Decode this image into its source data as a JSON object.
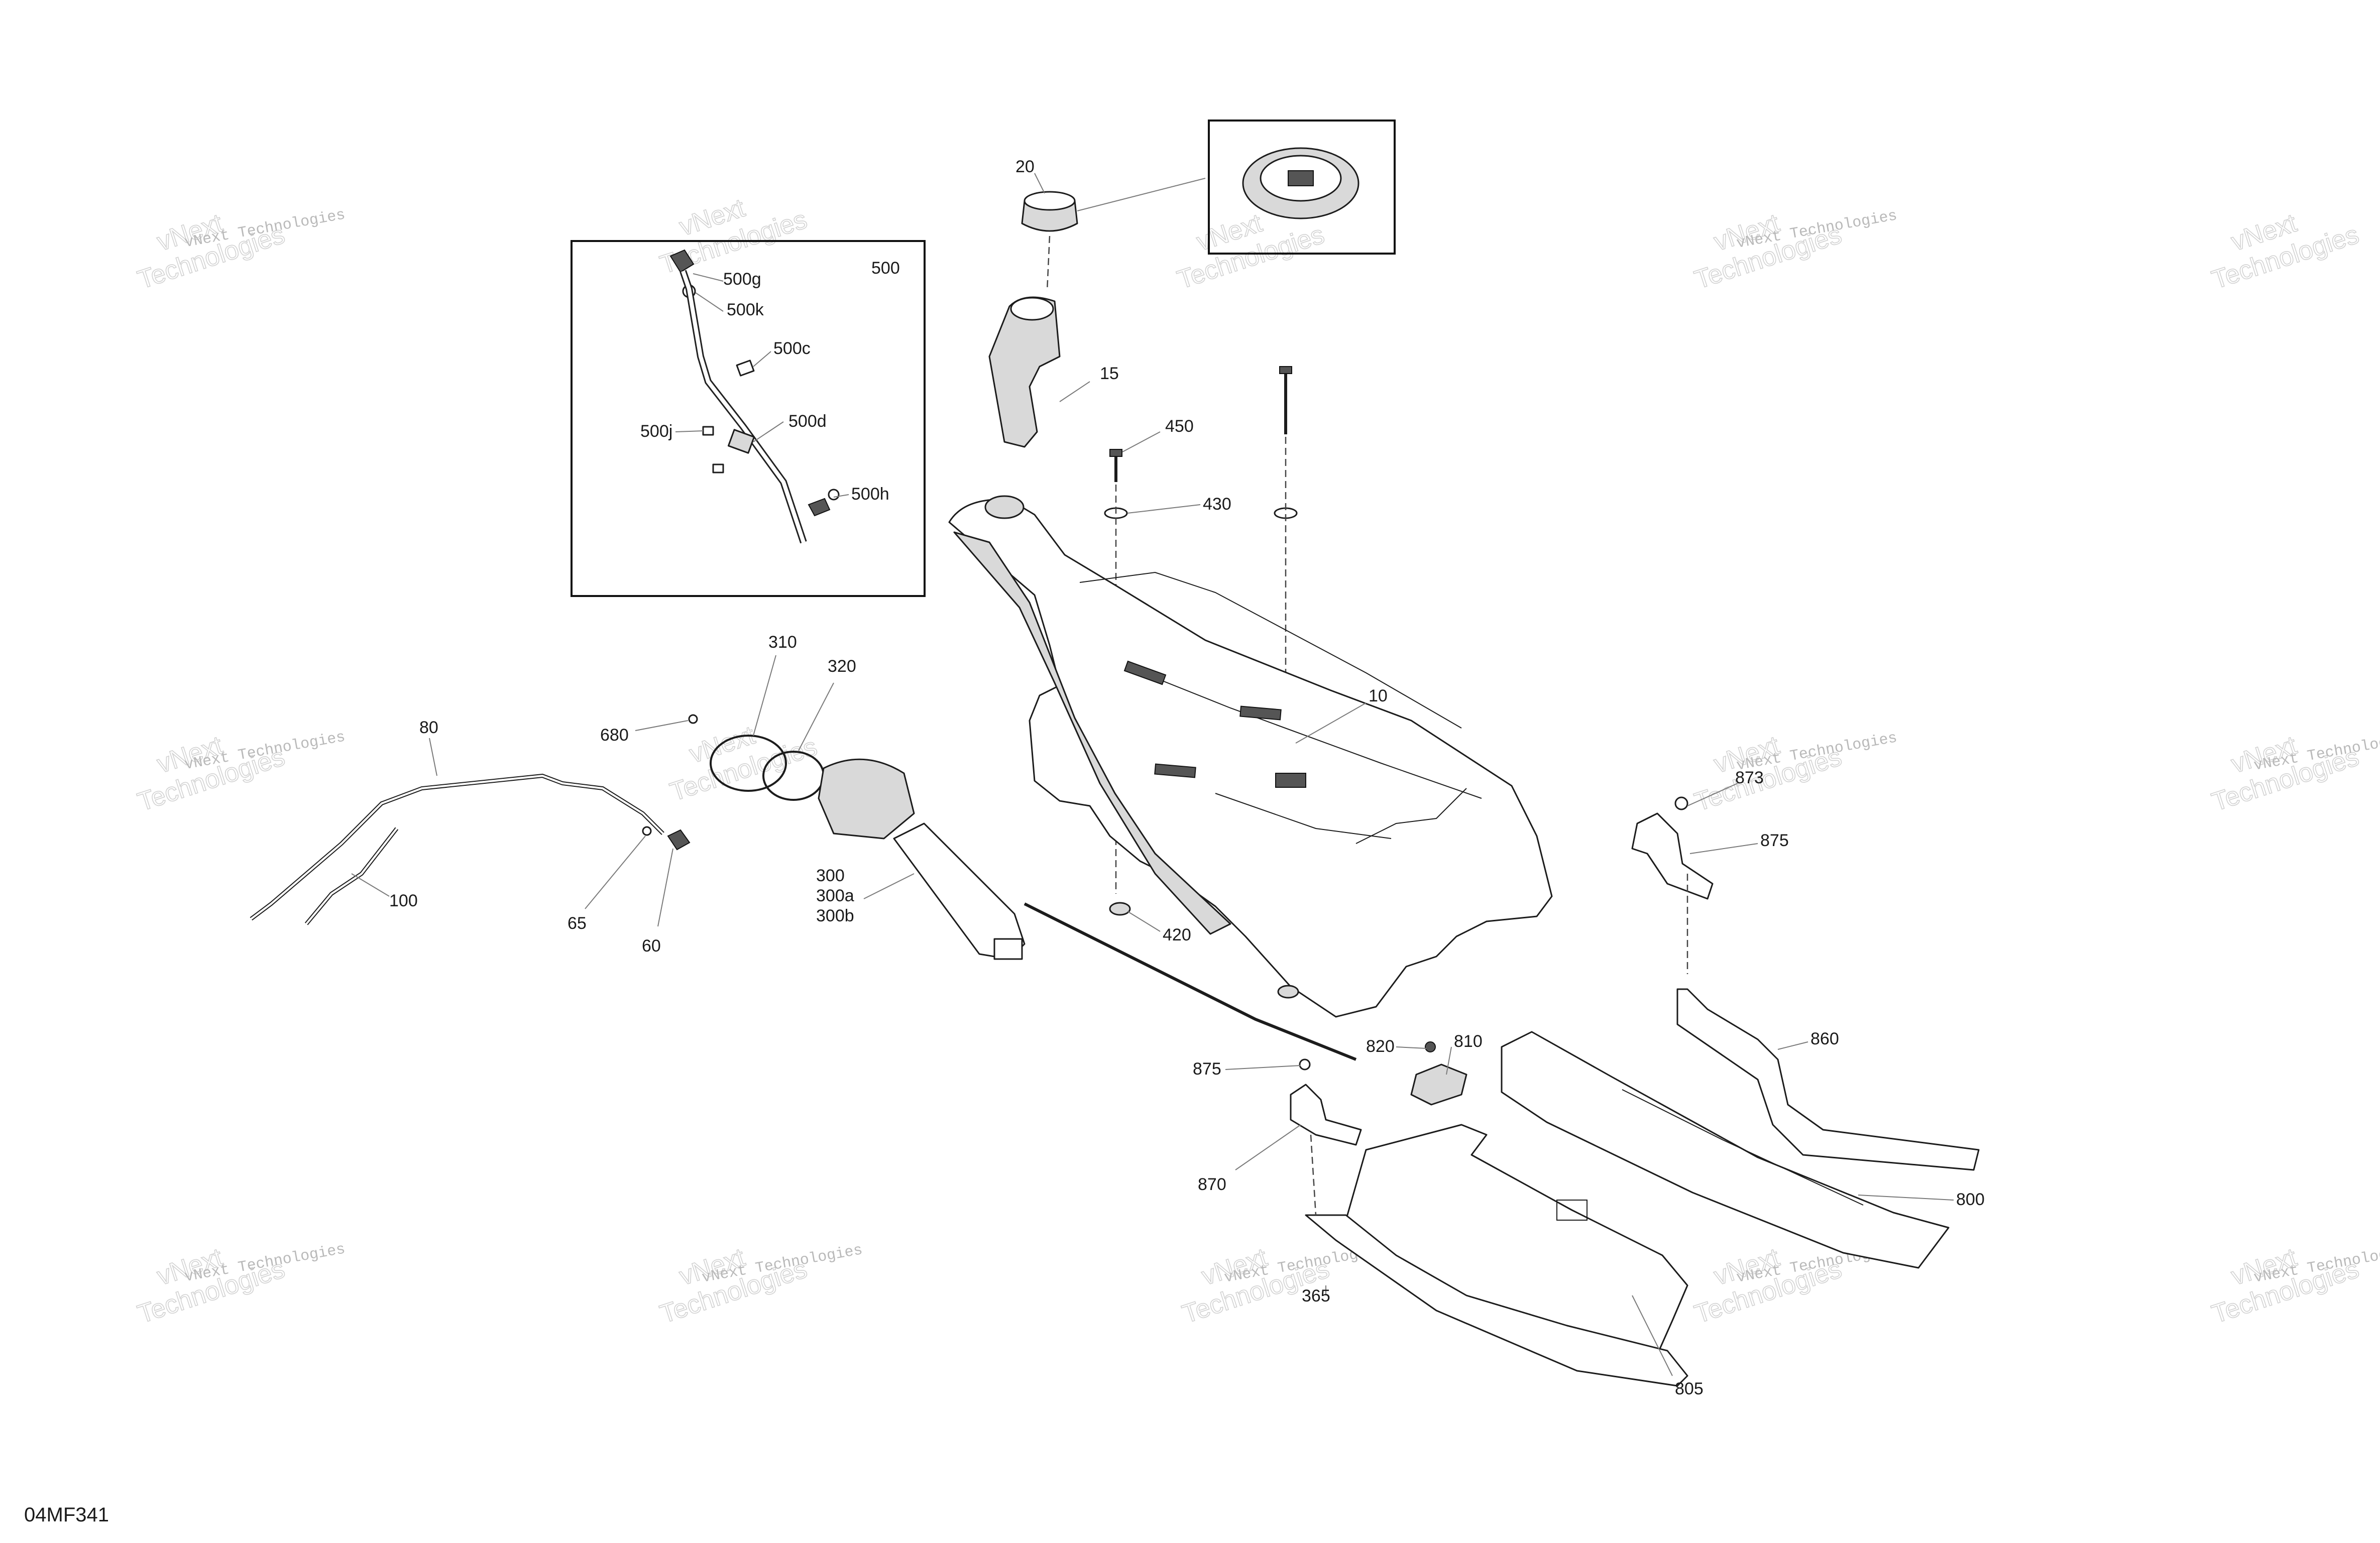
{
  "figure_code": "04MF341",
  "watermark": {
    "text_line": "vNext Technologies",
    "big_line1": "vNext",
    "big_line2": "Technologies"
  },
  "callouts": {
    "c10": "10",
    "c15": "15",
    "c20": "20",
    "c60": "60",
    "c65": "65",
    "c80": "80",
    "c100": "100",
    "c300": "300",
    "c300a": "300a",
    "c300b": "300b",
    "c310": "310",
    "c320": "320",
    "c365": "365",
    "c420": "420",
    "c430": "430",
    "c450": "450",
    "c500": "500",
    "c500c": "500c",
    "c500d": "500d",
    "c500g": "500g",
    "c500h": "500h",
    "c500j": "500j",
    "c500k": "500k",
    "c680": "680",
    "c800": "800",
    "c805": "805",
    "c810": "810",
    "c820": "820",
    "c860": "860",
    "c870": "870",
    "c873": "873",
    "c875a": "875",
    "c875b": "875"
  },
  "icons": {
    "inset_box": "detail-box-icon",
    "cap_detail": "cap-detail-icon"
  }
}
